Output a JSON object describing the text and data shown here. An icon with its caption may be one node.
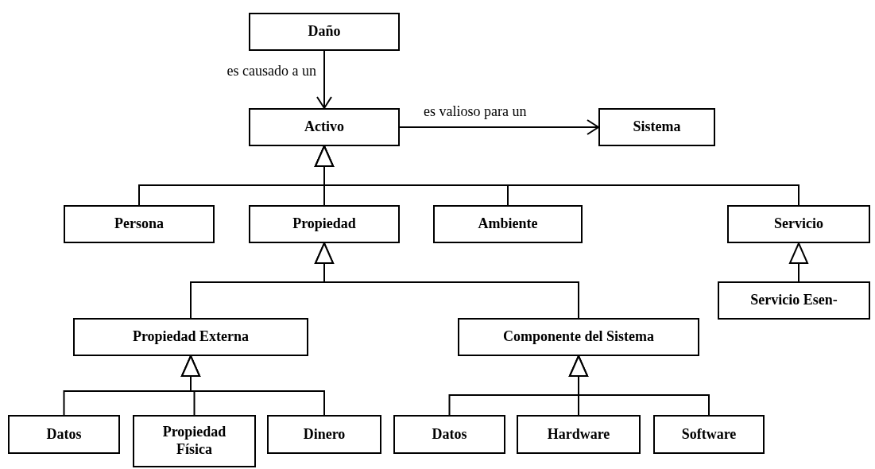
{
  "diagram": {
    "nodes": [
      {
        "text": [
          "Daño"
        ]
      },
      {
        "text": [
          "Activo"
        ]
      },
      {
        "text": [
          "Sistema"
        ]
      },
      {
        "text": [
          "Persona"
        ]
      },
      {
        "text": [
          "Propiedad"
        ]
      },
      {
        "text": [
          "Ambiente"
        ]
      },
      {
        "text": [
          "Servicio"
        ]
      },
      {
        "text": [
          "Propiedad Externa"
        ]
      },
      {
        "text": [
          "Componente del Sistema"
        ]
      },
      {
        "text": [
          "Servicio Esen-"
        ]
      },
      {
        "text": [
          "Datos"
        ]
      },
      {
        "text": [
          "Propiedad Física"
        ]
      },
      {
        "text": [
          "Dinero"
        ]
      },
      {
        "text": [
          "Datos"
        ]
      },
      {
        "text": [
          "Hardware"
        ]
      },
      {
        "text": [
          "Software"
        ]
      }
    ],
    "edges": [
      {
        "from": 0,
        "to": 1,
        "arrow": "to",
        "label": "es causado a un"
      },
      {
        "from": 1,
        "to": 2,
        "arrow": "to",
        "label": "es valioso para un"
      },
      {
        "from": 3,
        "to": 1,
        "arrow": "to"
      },
      {
        "from": 4,
        "to": 1,
        "arrow": "to"
      },
      {
        "from": 5,
        "to": 1,
        "arrow": "to"
      },
      {
        "from": 6,
        "to": 1,
        "arrow": "to"
      },
      {
        "from": 7,
        "to": 4,
        "arrow": "to"
      },
      {
        "from": 8,
        "to": 4,
        "arrow": "to"
      },
      {
        "from": 9,
        "to": 6,
        "arrow": "to"
      },
      {
        "from": 10,
        "to": 7,
        "arrow": "to"
      },
      {
        "from": 11,
        "to": 7,
        "arrow": "to"
      },
      {
        "from": 12,
        "to": 7,
        "arrow": "to"
      },
      {
        "from": 13,
        "to": 8,
        "arrow": "to"
      },
      {
        "from": 14,
        "to": 8,
        "arrow": "to"
      },
      {
        "from": 15,
        "to": 8,
        "arrow": "to"
      }
    ]
  }
}
